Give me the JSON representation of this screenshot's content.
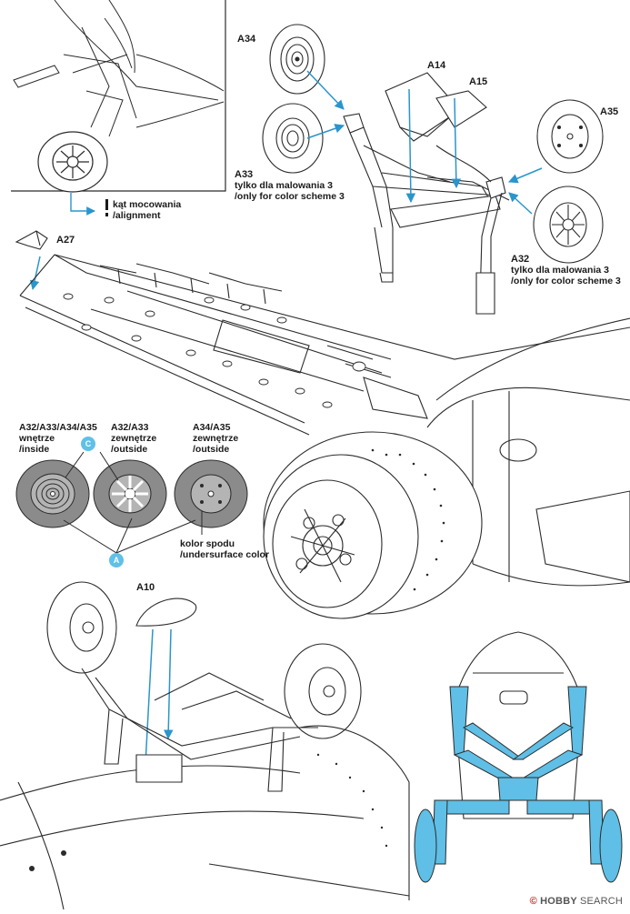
{
  "parts": {
    "a34": "A34",
    "a14": "A14",
    "a15": "A15",
    "a35": "A35",
    "a33": "A33",
    "a32": "A32",
    "a27": "A27",
    "a10": "A10"
  },
  "notes": {
    "alignment_pl": "kąt mocowania",
    "alignment_en": "/alignment",
    "scheme3_pl": "tylko dla malowania 3",
    "scheme3_en": "/only for color scheme 3"
  },
  "wheels": {
    "inside_head": "A32/A33/A34/A35",
    "inside_pl": "wnętrze",
    "inside_en": "/inside",
    "c_badge": "C",
    "outside1_head": "A32/A33",
    "outside_pl": "zewnętrze",
    "outside_en": "/outside",
    "outside2_head": "A34/A35",
    "a_badge": "A",
    "under_pl": "kolor spodu",
    "under_en": "/undersurface color"
  },
  "colors": {
    "highlight": "#5fbfe6",
    "arrow": "#2a95cc",
    "tire_gray": "#8b8b8b",
    "hub_gray": "#b4b4b4",
    "badge": "#5fc0e8",
    "line": "#2b2b2b"
  },
  "watermark": {
    "brand": "HOBBY",
    "suffix": "SEARCH",
    "mark": "©"
  }
}
